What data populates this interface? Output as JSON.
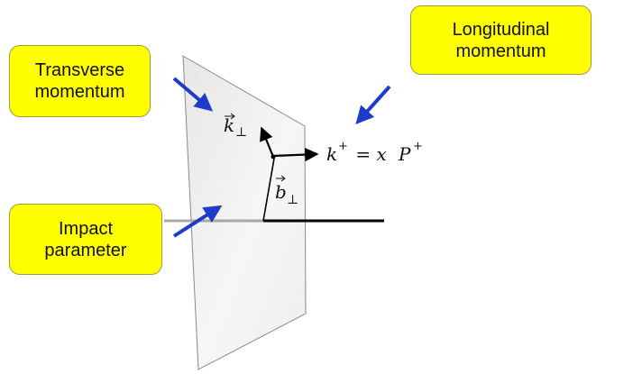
{
  "callouts": {
    "transverse": "Transverse\nmomentum",
    "longitudinal": "Longitudinal\nmomentum",
    "impact": "Impact\nparameter"
  },
  "math_labels": {
    "k_perp": "k",
    "k_perp_sub": "⊥",
    "b_perp": "b",
    "b_perp_sub": "⊥",
    "k_plus": "k",
    "k_plus_sup": "+",
    "equals": " = x",
    "P": "P",
    "P_sup": "+"
  },
  "colors": {
    "callout_fill": "#ffff00",
    "arrow": "#1e3cc8",
    "plane": "#e8e8e8"
  }
}
